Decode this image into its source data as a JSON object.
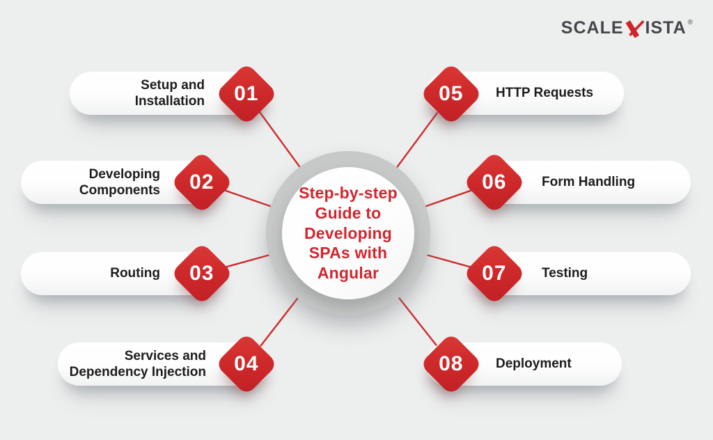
{
  "logo": {
    "text_left": "SCALE",
    "text_right": "ISTA",
    "registered": "®"
  },
  "center": {
    "title": "Step-by-step\nGuide to\nDeveloping\nSPAs with\nAngular"
  },
  "steps": [
    {
      "number": "01",
      "label": "Setup and\nInstallation",
      "side": "left"
    },
    {
      "number": "02",
      "label": "Developing\nComponents",
      "side": "left"
    },
    {
      "number": "03",
      "label": "Routing",
      "side": "left"
    },
    {
      "number": "04",
      "label": "Services and\nDependency Injection",
      "side": "left"
    },
    {
      "number": "05",
      "label": "HTTP Requests",
      "side": "right"
    },
    {
      "number": "06",
      "label": "Form Handling",
      "side": "right"
    },
    {
      "number": "07",
      "label": "Testing",
      "side": "right"
    },
    {
      "number": "08",
      "label": "Deployment",
      "side": "right"
    }
  ],
  "colors": {
    "background": "#edeeee",
    "accent_red": "#cf2a2b",
    "ring_gray": "#c7c8c8",
    "pill_text": "#1c1c1c",
    "logo_text": "#43474b"
  }
}
